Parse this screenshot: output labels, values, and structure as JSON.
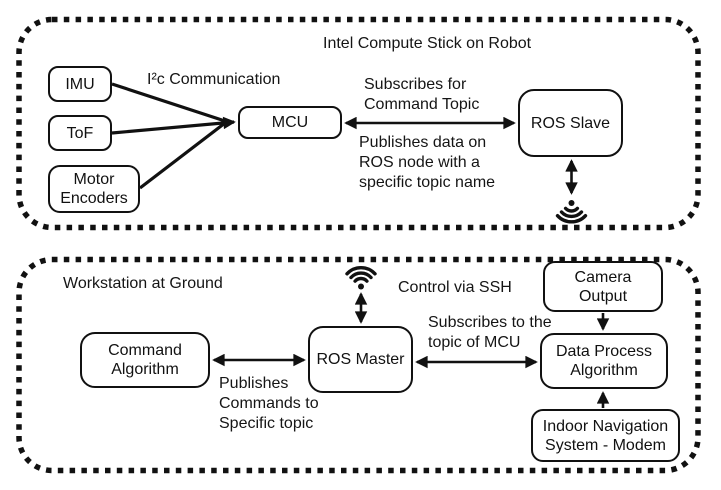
{
  "diagram": {
    "robot_section": {
      "title": "Intel Compute Stick on Robot",
      "nodes": {
        "imu": "IMU",
        "tof": "ToF",
        "motor_encoders": "Motor\nEncoders",
        "mcu": "MCU",
        "ros_slave": "ROS Slave"
      },
      "labels": {
        "i2c": "I²c Communication",
        "subscribes_for": "Subscribes for\nCommand Topic",
        "publishes_data": "Publishes data on\nROS node with a\nspecific topic name"
      },
      "icons": {
        "wifi": "wifi-signal-icon"
      }
    },
    "ground_section": {
      "title": "Workstation at Ground",
      "nodes": {
        "command_algorithm": "Command\nAlgorithm",
        "ros_master": "ROS Master",
        "camera_output": "Camera\nOutput",
        "data_process": "Data Process\nAlgorithm",
        "indoor_nav": "Indoor Navigation\nSystem - Modem"
      },
      "labels": {
        "control_ssh": "Control via SSH",
        "subscribes_topic": "Subscribes to the\ntopic of MCU",
        "publishes_commands": "Publishes\nCommands to\nSpecific topic"
      },
      "icons": {
        "wifi": "wifi-signal-icon"
      }
    },
    "colors": {
      "ink": "#111111",
      "background": "#ffffff"
    }
  }
}
